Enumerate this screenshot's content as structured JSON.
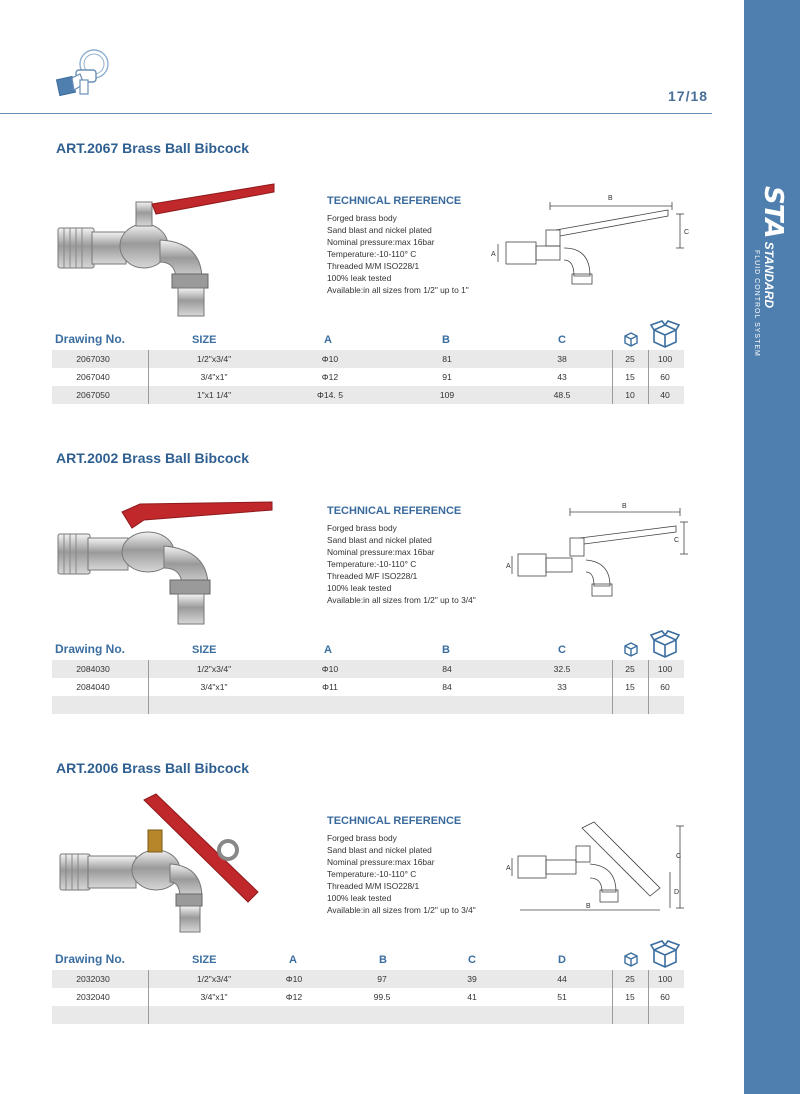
{
  "page": {
    "number": "17/18"
  },
  "brand": {
    "logo": "STA",
    "name": "STANDARD",
    "subtitle": "FLUID CONTROL SYSTEM",
    "accent": "#4f7fae"
  },
  "header_icon": "valve-outline-icon",
  "tech_title": "TECHNICAL REFERENCE",
  "table_header_label": "Drawing No.",
  "sections": [
    {
      "title": "ART.2067 Brass Ball Bibcock",
      "tech": [
        "Forged brass body",
        "Sand blast and nickel plated",
        "Nominal pressure:max 16bar",
        "Temperature:-10-110° C",
        "Threaded M/M ISO228/1",
        "100% leak tested",
        "Available:in all sizes from 1/2\" up to 1\""
      ],
      "drawing_labels": [
        "B",
        "C",
        "A"
      ],
      "columns": [
        "SIZE",
        "A",
        "B",
        "C"
      ],
      "rows": [
        [
          "2067030",
          "1/2\"x3/4\"",
          "Φ10",
          "81",
          "38",
          "25",
          "100"
        ],
        [
          "2067040",
          "3/4\"x1\"",
          "Φ12",
          "91",
          "43",
          "15",
          "60"
        ],
        [
          "2067050",
          "1\"x1 1/4\"",
          "Φ14. 5",
          "109",
          "48.5",
          "10",
          "40"
        ]
      ]
    },
    {
      "title": "ART.2002 Brass Ball Bibcock",
      "tech": [
        "Forged brass body",
        "Sand blast and nickel plated",
        "Nominal pressure:max 16bar",
        "Temperature:-10-110° C",
        "Threaded M/F ISO228/1",
        "100% leak tested",
        "Available:in all sizes from 1/2\" up to 3/4\""
      ],
      "drawing_labels": [
        "B",
        "C",
        "A"
      ],
      "columns": [
        "SIZE",
        "A",
        "B",
        "C"
      ],
      "rows": [
        [
          "2084030",
          "1/2\"x3/4\"",
          "Φ10",
          "84",
          "32.5",
          "25",
          "100"
        ],
        [
          "2084040",
          "3/4\"x1\"",
          "Φ11",
          "84",
          "33",
          "15",
          "60"
        ],
        [
          "",
          "",
          "",
          "",
          "",
          "",
          ""
        ]
      ]
    },
    {
      "title": "ART.2006 Brass Ball Bibcock",
      "tech": [
        "Forged brass body",
        "Sand blast and nickel plated",
        "Nominal pressure:max 16bar",
        "Temperature:-10-110° C",
        "Threaded M/M ISO228/1",
        "100% leak tested",
        "Available:in all sizes from 1/2\" up to 3/4\""
      ],
      "drawing_labels": [
        "C",
        "D",
        "A",
        "B"
      ],
      "columns": [
        "SIZE",
        "A",
        "B",
        "C",
        "D"
      ],
      "rows": [
        [
          "2032030",
          "1/2\"x3/4\"",
          "Φ10",
          "97",
          "39",
          "44",
          "25",
          "100"
        ],
        [
          "2032040",
          "3/4\"x1\"",
          "Φ12",
          "99.5",
          "41",
          "51",
          "15",
          "60"
        ],
        [
          "",
          "",
          "",
          "",
          "",
          "",
          "",
          ""
        ]
      ]
    }
  ]
}
